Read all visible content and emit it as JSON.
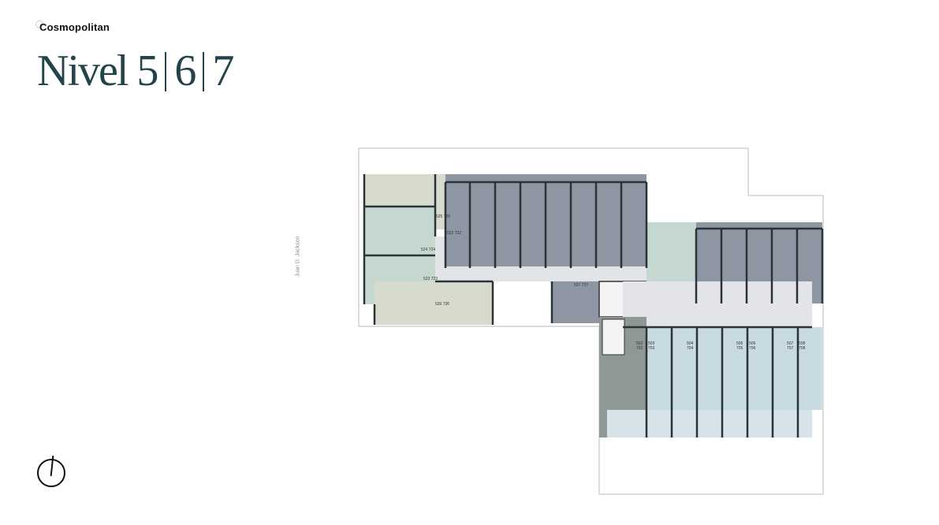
{
  "brand": "Cosmopolitan",
  "title": {
    "word": "Nivel",
    "levels": [
      "5",
      "6",
      "7"
    ]
  },
  "streets": {
    "left": "Juan D. Jackson"
  },
  "colors": {
    "title": "#23434a",
    "beige_units": "#d7dbcd",
    "mint_units": "#c4d8cf",
    "gray_units": "#8d96a2",
    "blue_units": "#c8dbe2",
    "dark_units": "#8e9994",
    "corridor": "#e3e4e7"
  },
  "units": {
    "u525": "525\n725",
    "u522": "522\n722",
    "u524": "524\n724",
    "u523": "523\n723",
    "u526": "526\n726",
    "u527": "527\n727",
    "u502": "502",
    "u502b": "702",
    "u503": "503",
    "u503b": "703",
    "u504": "504",
    "u504b": "704",
    "u505": "505",
    "u505b": "705",
    "u506": "506",
    "u506b": "706",
    "u507": "507",
    "u507b": "707",
    "u508": "508",
    "u508b": "708"
  }
}
